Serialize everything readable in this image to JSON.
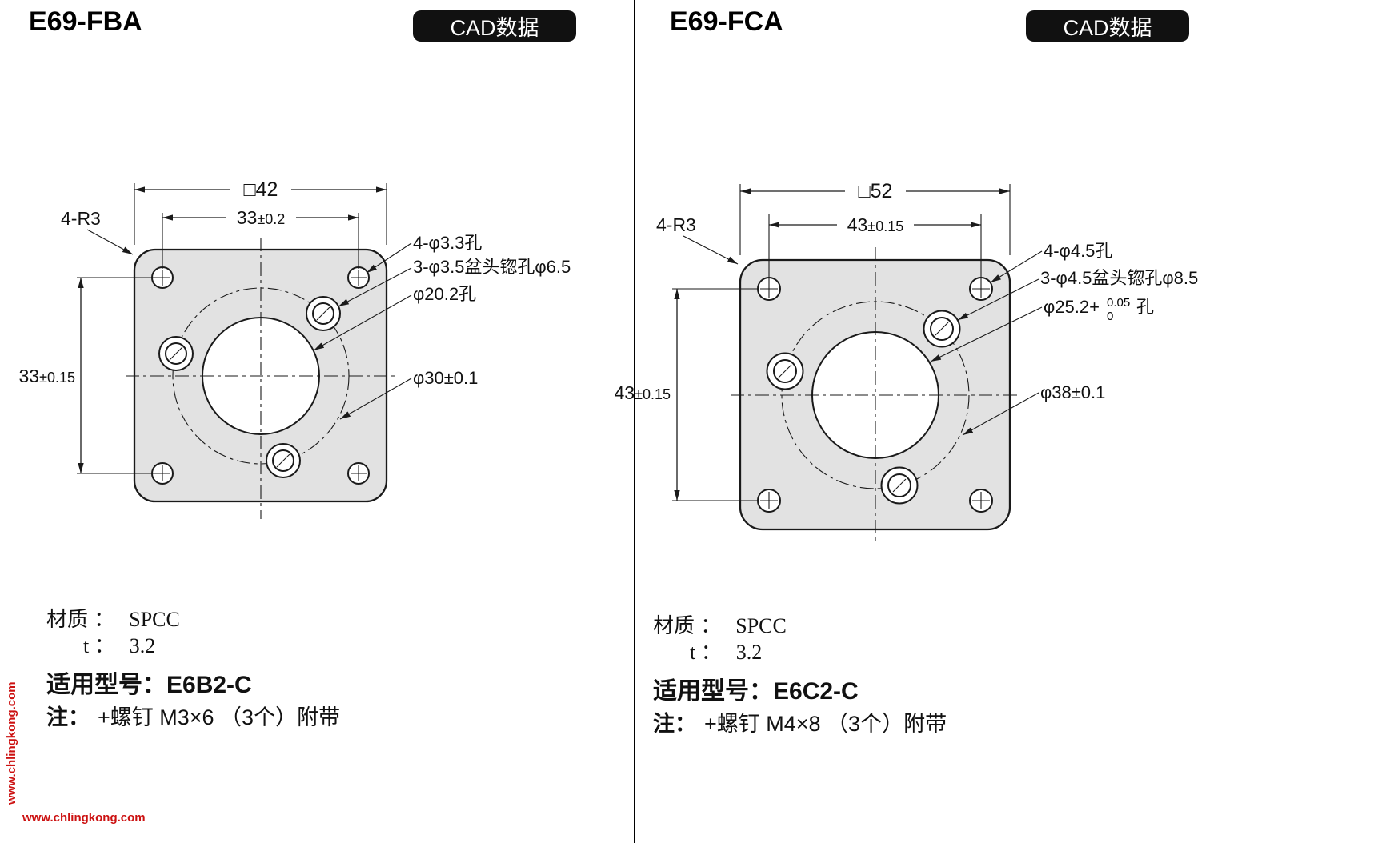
{
  "watermark": "www.chlingkong.com",
  "colors": {
    "button_bg": "#111111",
    "button_text": "#ffffff",
    "watermark": "#cc1111",
    "plate_fill": "#e2e2e2",
    "line": "#1a1a1a"
  },
  "panels": [
    {
      "title": "E69-FBA",
      "cad_button": "CAD数据",
      "dims": {
        "outer": "□42",
        "pitch_h": {
          "v": "33",
          "tol": "±0.2"
        },
        "pitch_v": {
          "v": "33",
          "tol": "±0.15"
        },
        "corner": "4-R3",
        "holes4": "4-φ3.3孔",
        "holes3": "3-φ3.5盆头锪孔φ6.5",
        "center": "φ20.2孔",
        "bolt": "φ30±0.1"
      },
      "specs": {
        "material_label": "材质 ：",
        "material": "SPCC",
        "t_label": "t ：",
        "t": "3.2",
        "model_label": "适用型号：",
        "model": "E6B2-C",
        "note_label": "注：",
        "note": "+螺钉 M3×6 （3个）附带"
      }
    },
    {
      "title": "E69-FCA",
      "cad_button": "CAD数据",
      "dims": {
        "outer": "□52",
        "pitch_h": {
          "v": "43",
          "tol": "±0.15"
        },
        "pitch_v": {
          "v": "43",
          "tol": "±0.15"
        },
        "corner": "4-R3",
        "holes4": "4-φ4.5孔",
        "holes3": "3-φ4.5盆头锪孔φ8.5",
        "center_pre": "φ25.2+",
        "center_sup": "0.05",
        "center_sub": "0",
        "center_post": "孔",
        "bolt": "φ38±0.1"
      },
      "specs": {
        "material_label": "材质 ：",
        "material": "SPCC",
        "t_label": "t ：",
        "t": "3.2",
        "model_label": "适用型号：",
        "model": "E6C2-C",
        "note_label": "注：",
        "note": "+螺钉 M4×8 （3个）附带"
      }
    }
  ]
}
